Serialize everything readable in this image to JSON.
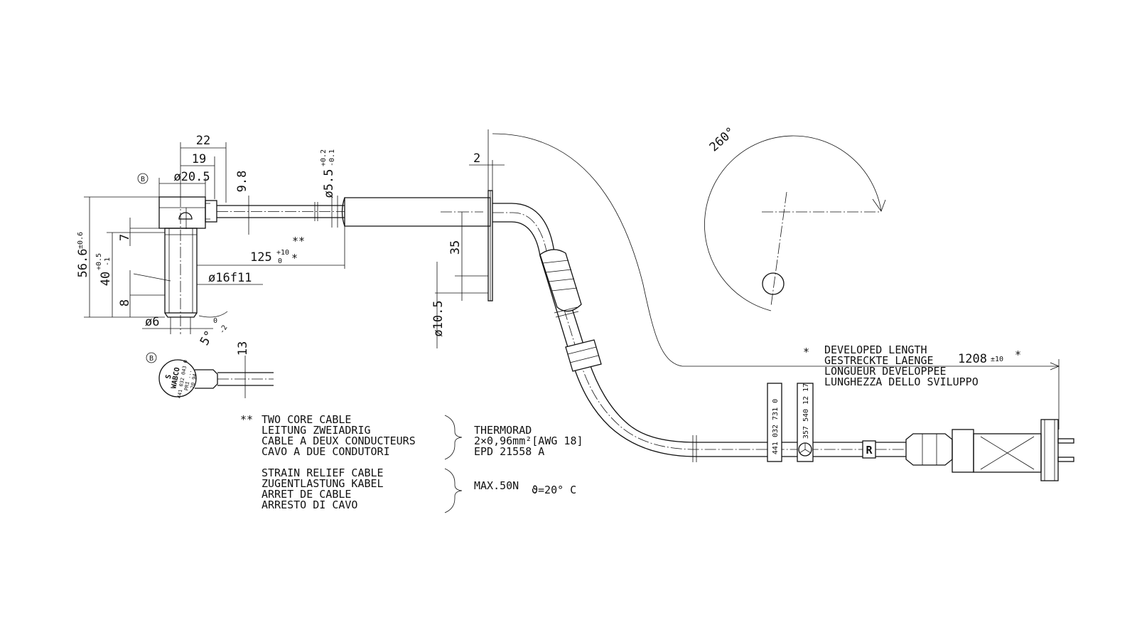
{
  "sensor": {
    "label_b": "B",
    "dims": {
      "d22": "22",
      "d19": "19",
      "dia20_5": "ø20.5",
      "d9_8": "9.8",
      "dia5_5": "ø5.5",
      "tol5_5_upper": "+0.2",
      "tol5_5_lower": "-0.1",
      "h56_6": "56.6",
      "tol56_6": "±0.6",
      "h40": "40",
      "tol40_upper": "+0.5",
      "tol40_lower": "-1",
      "d7": "7",
      "d8": "8",
      "dia16f11": "ø16f11",
      "dia6": "ø6",
      "angle5": "5°",
      "angle5_tol_upper": "0",
      "angle5_tol_lower": "-2",
      "len125": "125",
      "len125_tol_upper": "+10",
      "len125_tol_lower": "0",
      "star": "*",
      "double_star": "**"
    }
  },
  "view_b": {
    "label_b": "B",
    "d13": "13",
    "face_lines": [
      "S",
      "WABCO",
      "441 032 043 0",
      "PRI ...",
      "20 94"
    ]
  },
  "sleeve": {
    "d2": "2",
    "d35": "35",
    "dia10_5": "ø10.5"
  },
  "bend": {
    "angle": "260°"
  },
  "developed_length": {
    "star": "*",
    "lines": [
      "DEVELOPED LENGTH",
      "GESTRECKTE LAENGE",
      "LONGUEUR DEVELOPPEE",
      "LUNGHEZZA DELLO SVILUPPO"
    ],
    "value": "1208",
    "tolerance": "±10",
    "star_after": "*"
  },
  "cable_marks": {
    "label1": "441 032 731 0",
    "label2": "357 540 12 17",
    "r_mark": "R"
  },
  "notes": {
    "cable": {
      "marker": "**",
      "lines": [
        "TWO CORE CABLE",
        "LEITUNG ZWEIADRIG",
        "CABLE A DEUX CONDUCTEURS",
        "CAVO A DUE CONDUTORI"
      ],
      "spec": [
        "THERMORAD",
        "2×0,96mm²[AWG 18]",
        "EPD 21558 A"
      ]
    },
    "strain": {
      "lines": [
        "STRAIN RELIEF CABLE",
        "ZUGENTLASTUNG KABEL",
        "ARRET DE CABLE",
        "ARRESTO DI CAVO"
      ],
      "spec": "MAX.50N",
      "temp": "ϑ=20° C"
    }
  }
}
